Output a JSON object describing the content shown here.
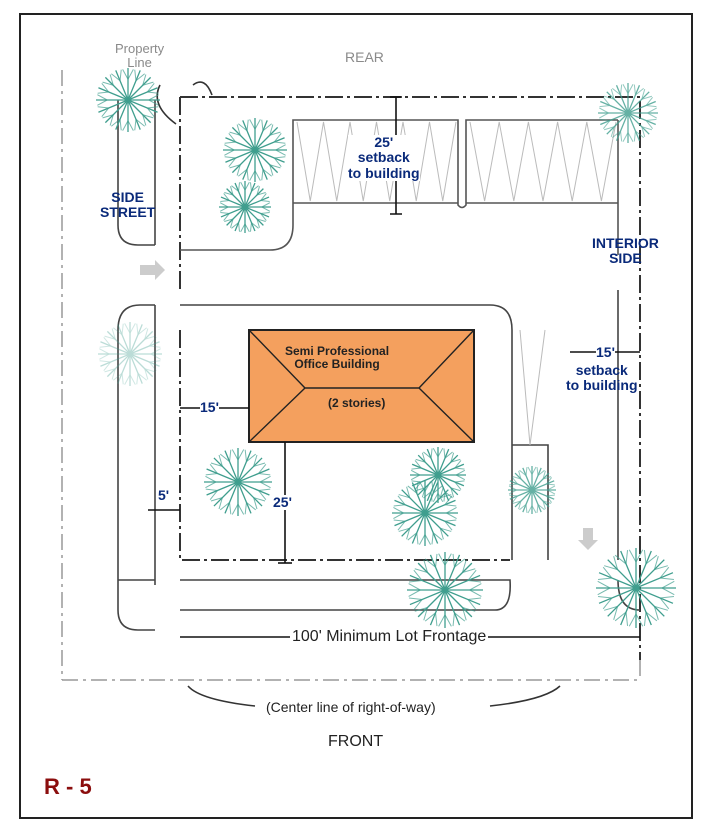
{
  "diagram": {
    "zone_label": "R - 5",
    "zone_label_color": "#8b0e0e",
    "edges": {
      "rear": "REAR",
      "front": "FRONT",
      "side_street": "SIDE\nSTREET",
      "interior_side": "INTERIOR\nSIDE"
    },
    "property_line_label": "Property\nLine",
    "building": {
      "name": "Semi Professional\nOffice Building",
      "stories": "(2 stories)",
      "fill_color": "#f4a05e"
    },
    "dimensions": {
      "rear_setback": "25'\nsetback\nto building",
      "interior_setback_value": "15'",
      "interior_setback_text": "setback\nto building",
      "side_street_setback": "15'",
      "front_setback": "25'",
      "landscape_strip": "5'",
      "lot_frontage": "100' Minimum Lot Frontage"
    },
    "center_line_label": "(Center line of right-of-way)",
    "tree_color": "#3f9e8e"
  }
}
